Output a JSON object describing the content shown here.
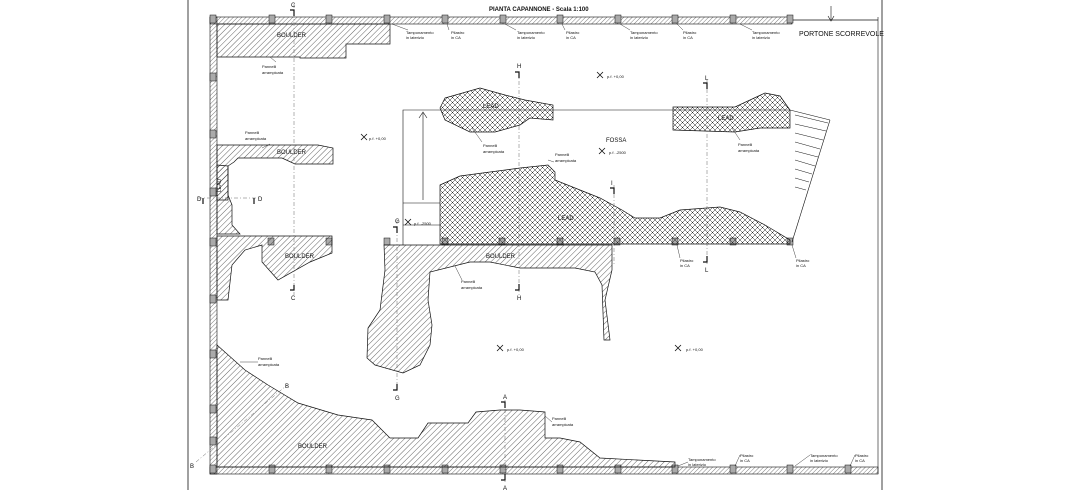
{
  "title": "PIANTA CAPANNONE - Scala 1:100",
  "door_label": "PORTONE SCORREVOLE",
  "zones": {
    "boulder": "BOULDER",
    "lead": "LEAD",
    "fossa": "FOSSA"
  },
  "notes": {
    "panels": "Pannelli",
    "climbing": "arrampicata",
    "infill_1": "Tamponamento",
    "infill_2": "in laterizio",
    "pillar_1": "Pilastro",
    "pillar_2": "in CA"
  },
  "levels": {
    "floor": "p.f. +0,00",
    "pit": "p.f. -2500"
  },
  "sections": {
    "a": "A",
    "b": "B",
    "c": "C",
    "d": "D",
    "g": "G",
    "h": "H",
    "i": "I",
    "l": "L"
  },
  "colors": {
    "line": "#111111",
    "hatch": "#222222",
    "column": "#aaaaaa",
    "dash": "#666666"
  }
}
